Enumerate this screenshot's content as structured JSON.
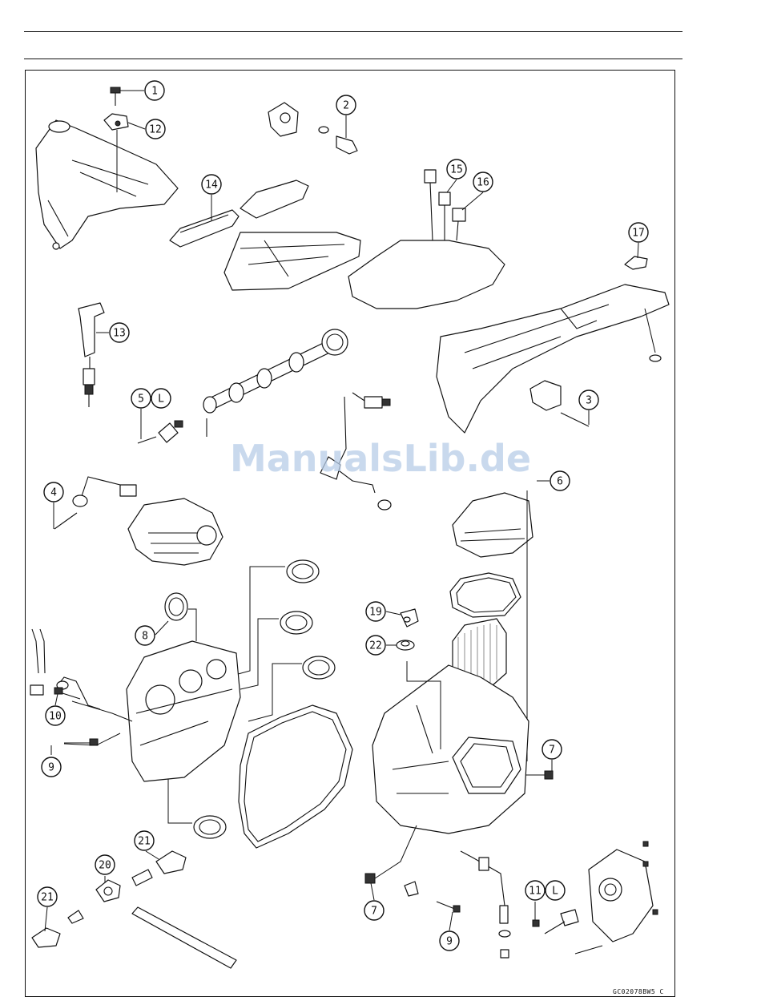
{
  "figure_code": "GC02078BW5  C",
  "watermark": "ManualsLib.de",
  "callouts": {
    "c1": "1",
    "c2": "2",
    "c3": "3",
    "c4": "4",
    "c5": "5",
    "c5L": "L",
    "c6": "6",
    "c7a": "7",
    "c7b": "7",
    "c8": "8",
    "c9a": "9",
    "c9b": "9",
    "c10": "10",
    "c11": "11",
    "c11L": "L",
    "c12": "12",
    "c13": "13",
    "c14": "14",
    "c15": "15",
    "c16": "16",
    "c17": "17",
    "c19": "19",
    "c20": "20",
    "c21a": "21",
    "c21b": "21",
    "c22": "22"
  }
}
